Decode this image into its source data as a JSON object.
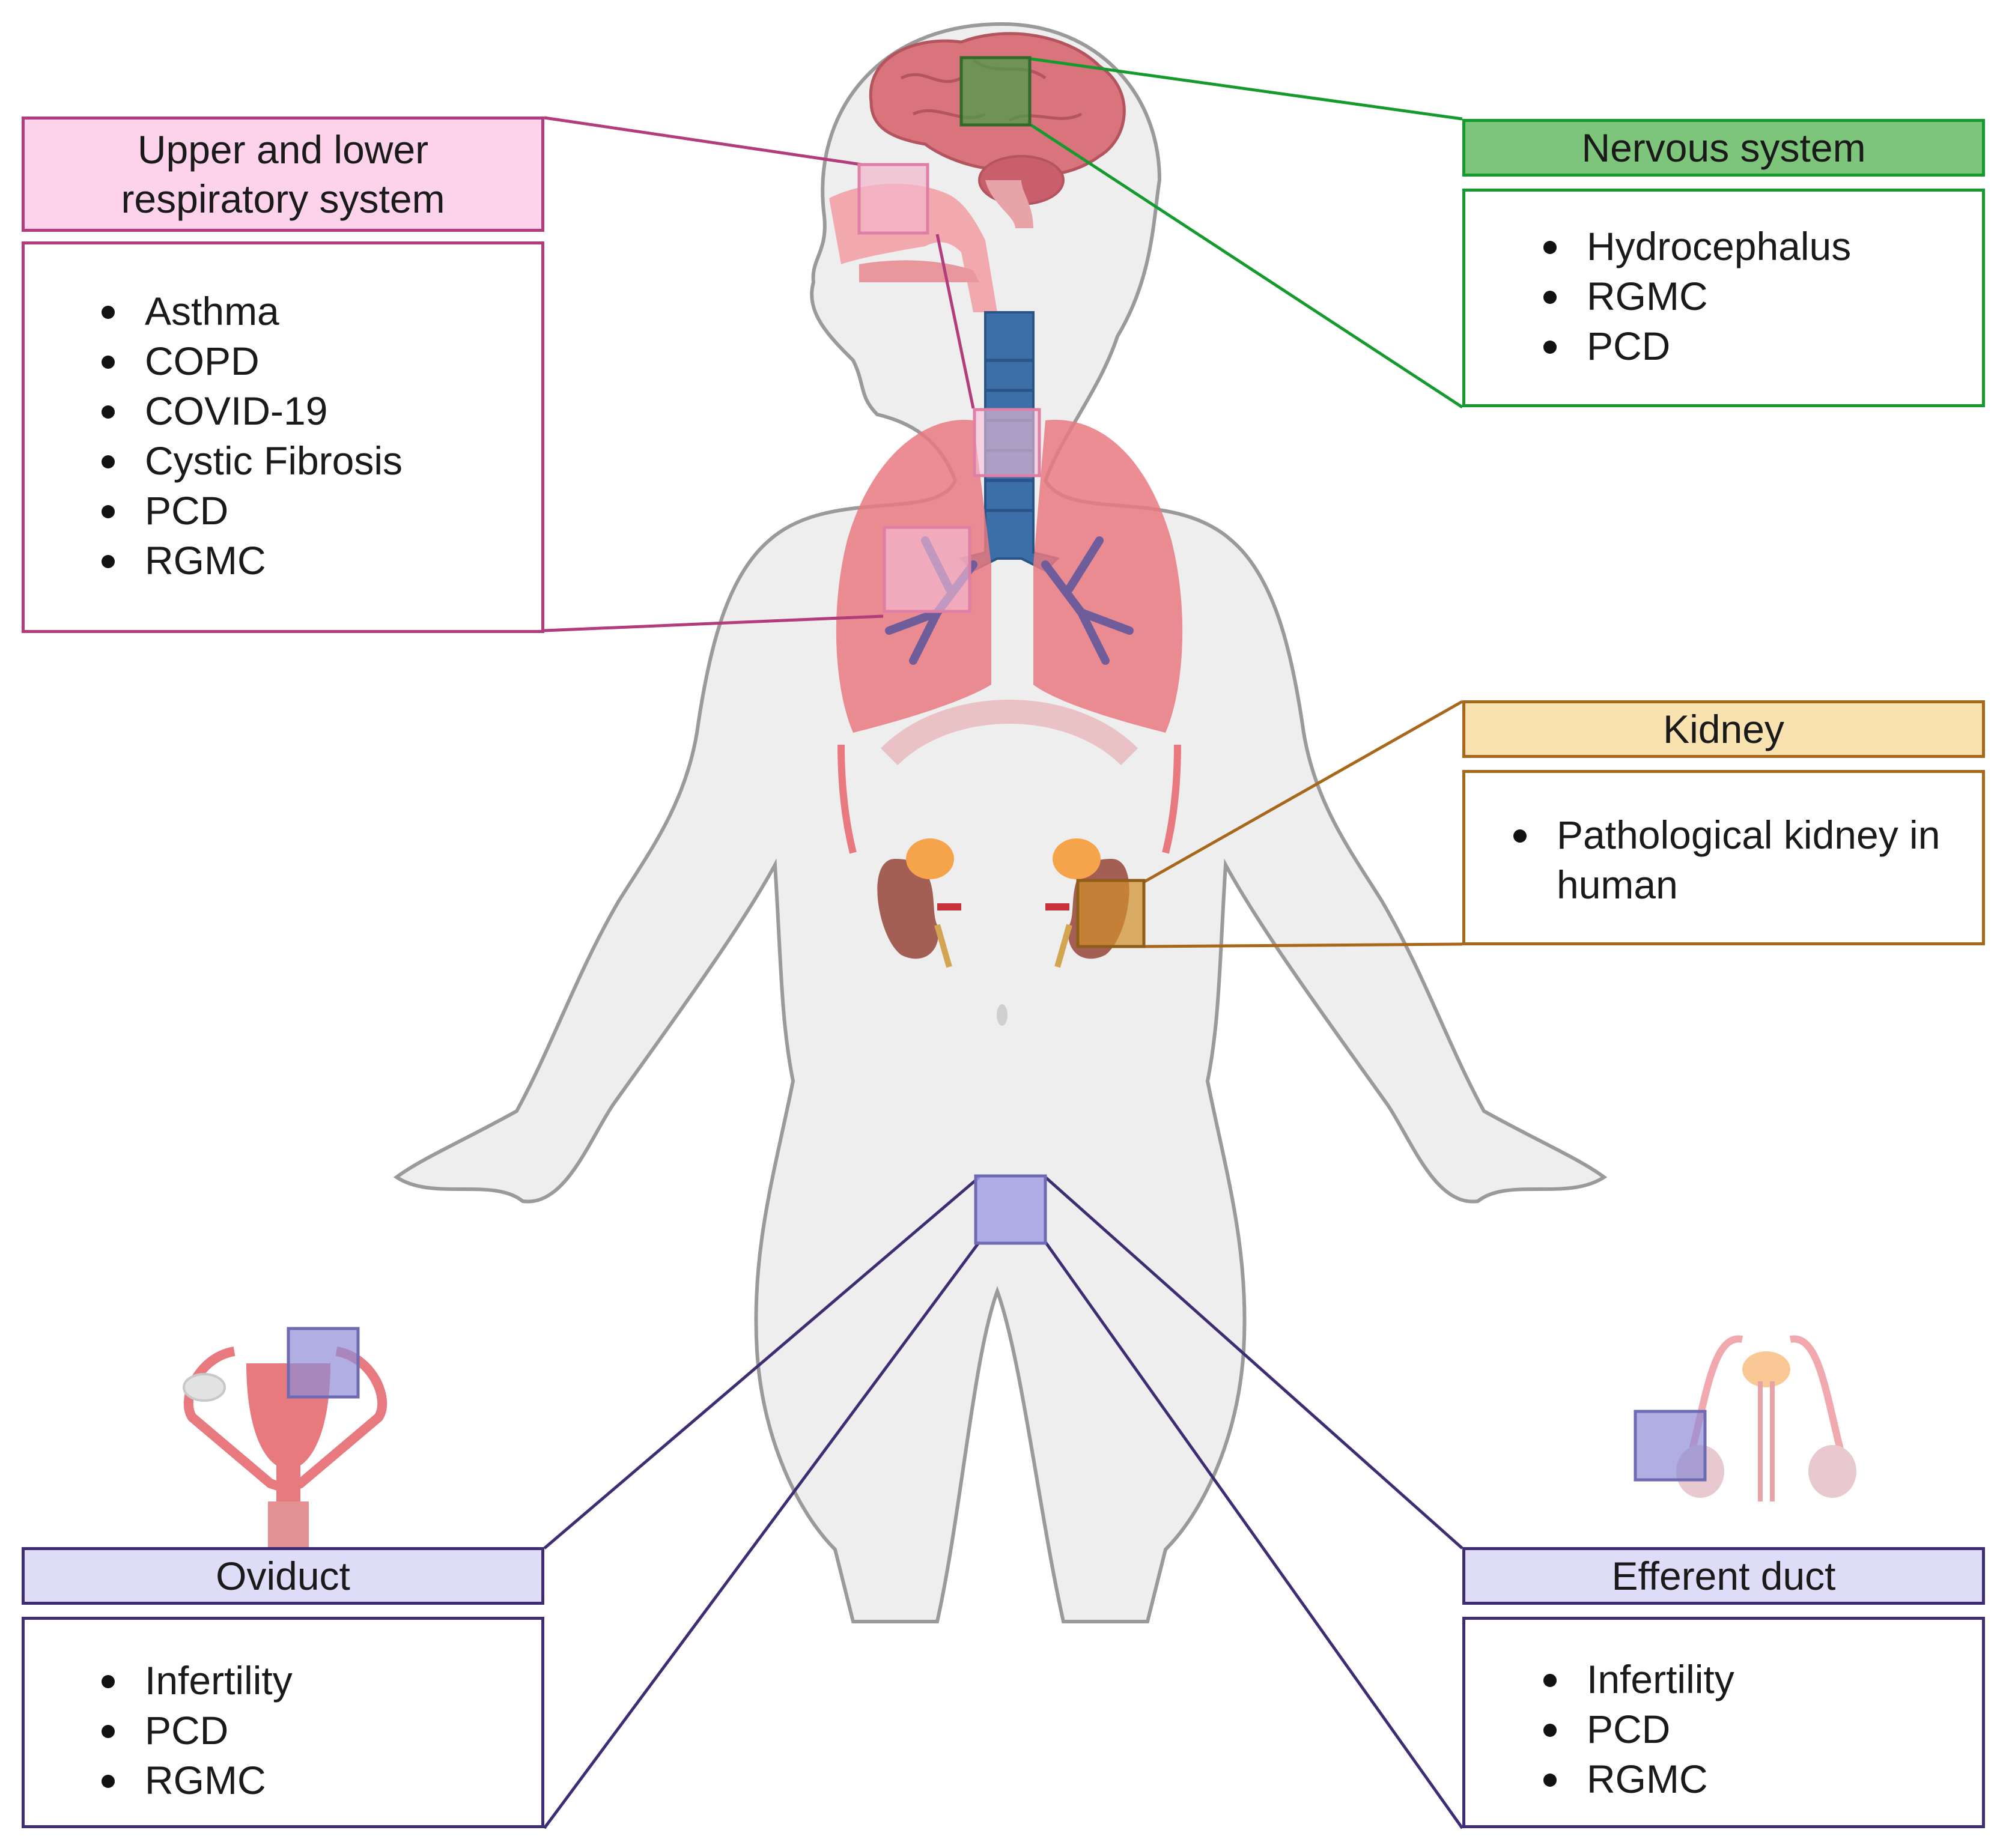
{
  "respiratory": {
    "title": "Upper and lower respiratory system",
    "items": [
      "Asthma",
      "COPD",
      "COVID-19",
      "Cystic Fibrosis",
      "PCD",
      "RGMC"
    ]
  },
  "nervous": {
    "title": "Nervous system",
    "items": [
      "Hydrocephalus",
      "RGMC",
      "PCD"
    ]
  },
  "kidney": {
    "title": "Kidney",
    "items": [
      "Pathological kidney in human"
    ]
  },
  "oviduct": {
    "title": "Oviduct",
    "items": [
      "Infertility",
      "PCD",
      "RGMC"
    ]
  },
  "efferent": {
    "title": "Efferent duct",
    "items": [
      "Infertility",
      "PCD",
      "RGMC"
    ]
  },
  "colors": {
    "respiratory": "#b23c7c",
    "nervous": "#159a2e",
    "kidney": "#a8681c",
    "reproductive": "#3e2d73",
    "body": "#eeeeee"
  }
}
